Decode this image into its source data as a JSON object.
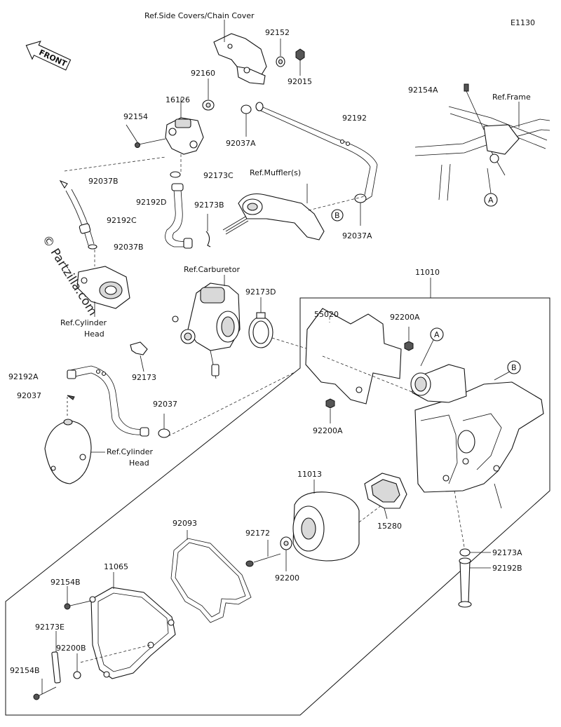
{
  "diagram": {
    "code": "E1130",
    "front_label": "FRONT",
    "watermark": "© Partzilla.com",
    "labels": {
      "ref_side_covers": "Ref.Side Covers/Chain Cover",
      "ref_frame": "Ref.Frame",
      "ref_mufflers": "Ref.Muffler(s)",
      "ref_carburetor": "Ref.Carburetor",
      "ref_cylinder_head_1a": "Ref.Cylinder",
      "ref_cylinder_head_1b": "Head",
      "ref_cylinder_head_2a": "Ref.Cylinder",
      "ref_cylinder_head_2b": "Head",
      "p92152": "92152",
      "p92015": "92015",
      "p92160": "92160",
      "p16126": "16126",
      "p92154": "92154",
      "p92037A_1": "92037A",
      "p92192": "92192",
      "p92154A": "92154A",
      "p92037B_1": "92037B",
      "p92173C": "92173C",
      "p92192D": "92192D",
      "p92173B": "92173B",
      "p92192C": "92192C",
      "p92037B_2": "92037B",
      "p92037A_2": "92037A",
      "p11010": "11010",
      "p92173D": "92173D",
      "p55020": "55020",
      "p92200A_1": "92200A",
      "p92173": "92173",
      "p92192A": "92192A",
      "p92037_1": "92037",
      "p92037_2": "92037",
      "p92200A_2": "92200A",
      "p11013": "11013",
      "p15280": "15280",
      "p92093": "92093",
      "p92172": "92172",
      "p92200": "92200",
      "p11065": "11065",
      "p92154B_1": "92154B",
      "p92173E": "92173E",
      "p92200B": "92200B",
      "p92154B_2": "92154B",
      "p92173A": "92173A",
      "p92192B": "92192B",
      "callout_A": "A",
      "callout_B": "B"
    }
  }
}
